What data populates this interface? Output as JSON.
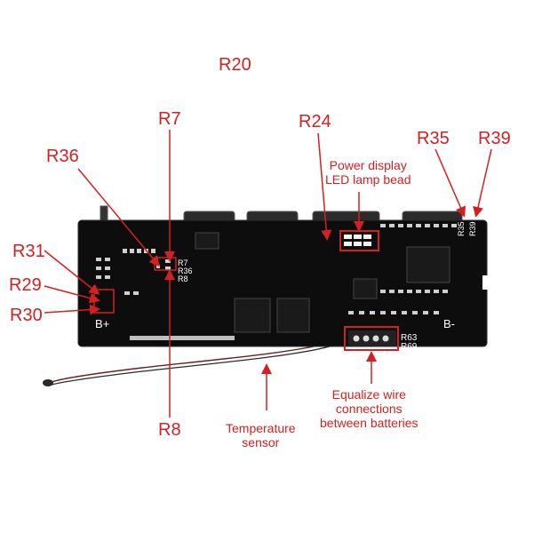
{
  "labels": {
    "r20": "R20",
    "r7": "R7",
    "r24": "R24",
    "r35": "R35",
    "r39": "R39",
    "r36": "R36",
    "r31": "R31",
    "r29": "R29",
    "r30": "R30",
    "r8": "R8"
  },
  "notes": {
    "power_display_line1": "Power display",
    "power_display_line2": "LED lamp bead",
    "equalize_line1": "Equalize wire",
    "equalize_line2": "connections",
    "equalize_line3": "between batteries",
    "temp_line1": "Temperature",
    "temp_line2": "sensor"
  },
  "board_silkscreen": {
    "b_plus": "B+",
    "b_minus": "B-",
    "r63": "R63",
    "r69": "R69",
    "r35": "R35",
    "r39": "R39",
    "r7": "R7",
    "r36": "R36",
    "r8": "R8"
  },
  "colors": {
    "annotation": "#d42020",
    "board": "#0d0d0d",
    "silkscreen": "#ffffff"
  }
}
